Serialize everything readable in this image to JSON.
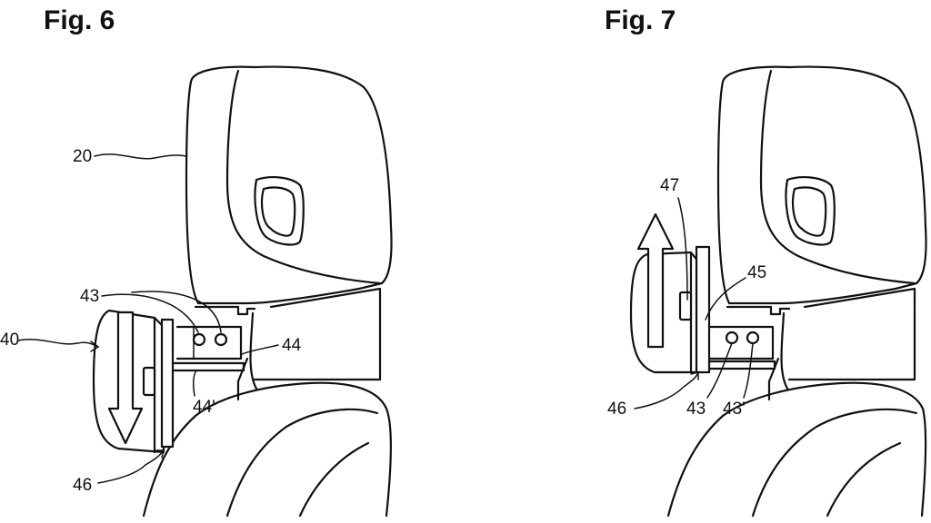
{
  "figures": [
    {
      "title": "Fig. 6",
      "labels": {
        "headrest": "20",
        "holes": "43",
        "edge": "44",
        "edge_prime": "44'",
        "bracket": "46",
        "module": "40"
      }
    },
    {
      "title": "Fig. 7",
      "labels": {
        "latch": "47",
        "slot": "45",
        "bracket": "46",
        "hole_a": "43",
        "hole_b": "43'"
      }
    }
  ],
  "arrows": {
    "fig6": "down",
    "fig7": "up"
  }
}
